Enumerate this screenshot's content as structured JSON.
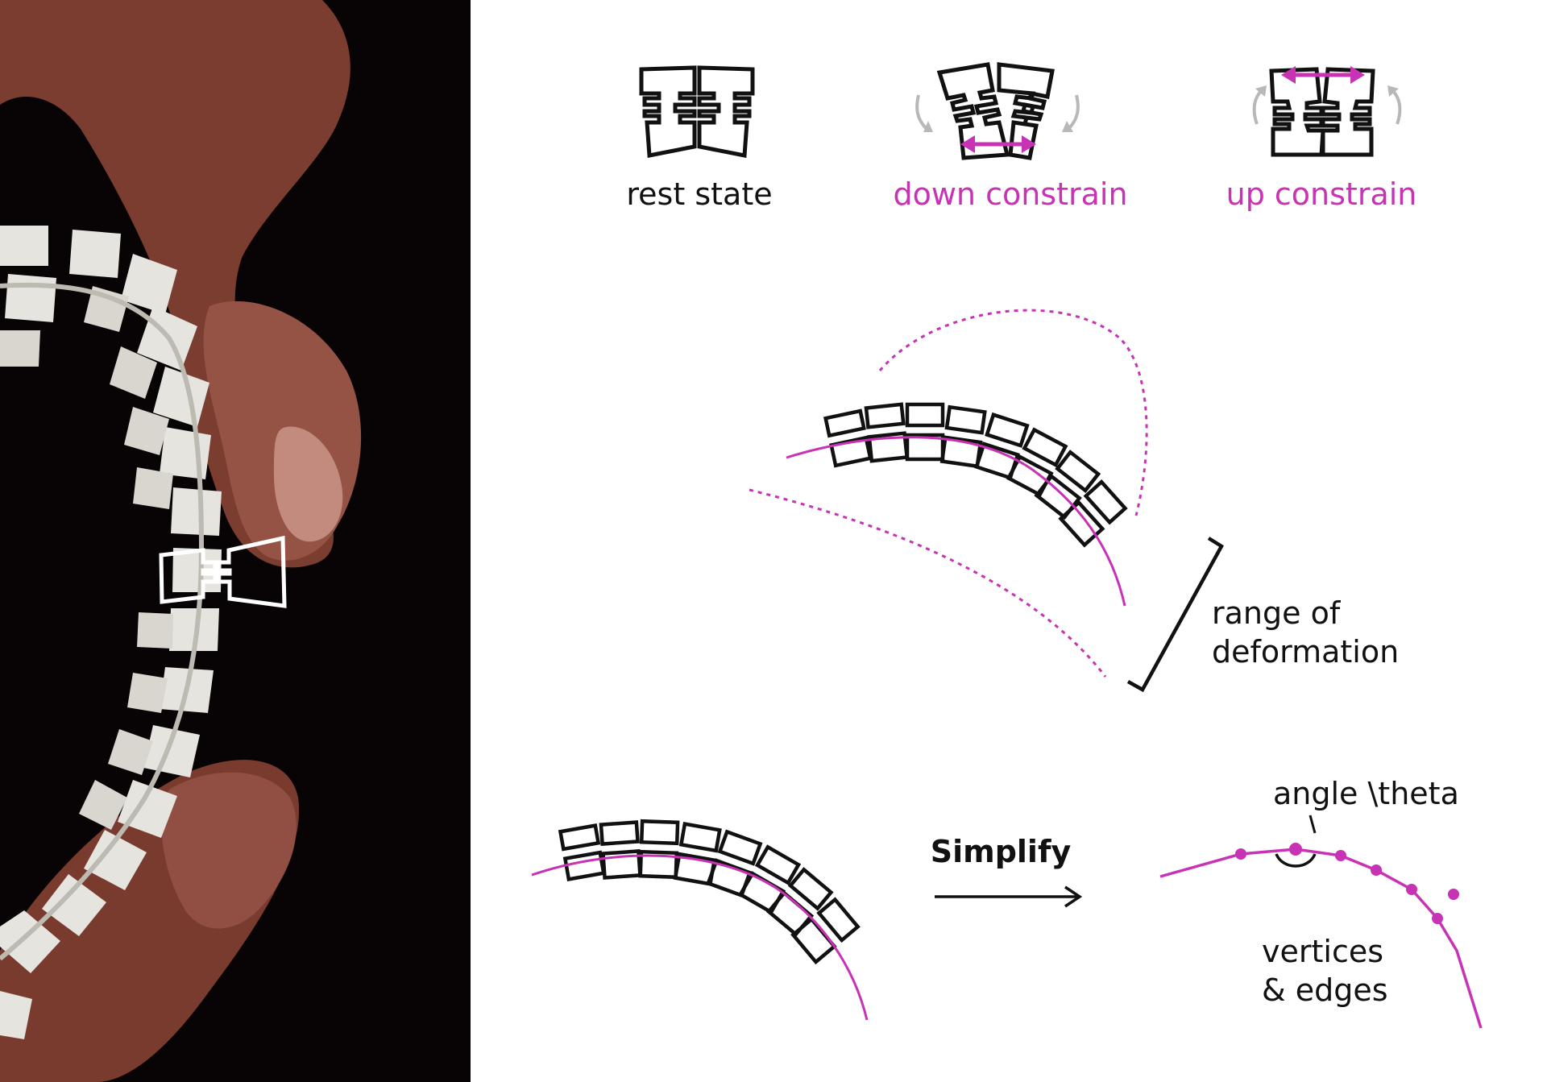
{
  "colors": {
    "accent": "#c832b4",
    "ink": "#111111",
    "arrow_gray": "#b8b8b8",
    "photo_bg": "#080405",
    "skin": "#8a4a3a",
    "link_white": "#e6e4df"
  },
  "states": [
    {
      "label": "rest state",
      "color": "ink"
    },
    {
      "label": "down constrain",
      "color": "accent"
    },
    {
      "label": "up constrain",
      "color": "accent"
    }
  ],
  "deformation": {
    "label_line1": "range of",
    "label_line2": "deformation"
  },
  "simplify": {
    "label": "Simplify",
    "arrow_icon": "right-arrow-icon"
  },
  "graph": {
    "angle_label": "angle \\theta",
    "vertices_line1": "vertices",
    "vertices_line2": "& edges"
  },
  "photo": {
    "description_icon": "hand-holding-chain-photo",
    "highlight_icon": "single-link-outline-icon"
  }
}
